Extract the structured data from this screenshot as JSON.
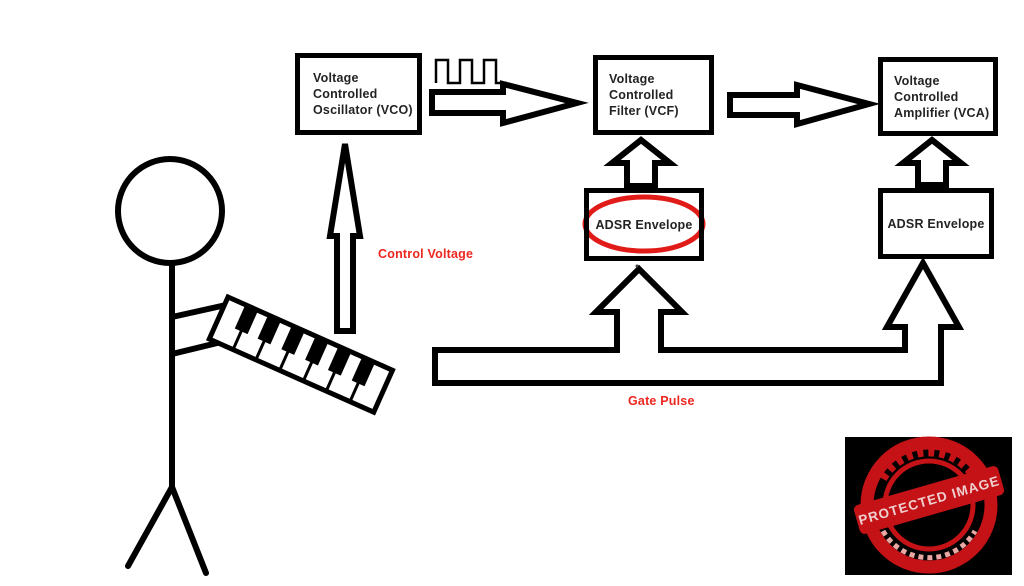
{
  "boxes": {
    "vco": {
      "label": "Voltage Controlled Oscillator (VCO)"
    },
    "vcf": {
      "label": "Voltage Controlled Filter (VCF)"
    },
    "vca": {
      "label": "Voltage Controlled Amplifier (VCA)"
    },
    "adsr_filter": {
      "label": "ADSR Envelope",
      "highlight": "red-ellipse"
    },
    "adsr_amp": {
      "label": "ADSR Envelope"
    }
  },
  "labels": {
    "control_voltage": "Control Voltage",
    "gate_pulse": "Gate Pulse"
  },
  "stamp": {
    "banner_text": "PROTECTED IMAGE",
    "background": "#000000",
    "ink": "#c41217"
  },
  "icons": {
    "square_wave": "square-wave-icon",
    "stick_figure": "stick-figure-person",
    "keyboard": "piano-keyboard"
  },
  "colors": {
    "annotation_red": "#ee2620",
    "line_black": "#000000",
    "background": "#ffffff"
  }
}
